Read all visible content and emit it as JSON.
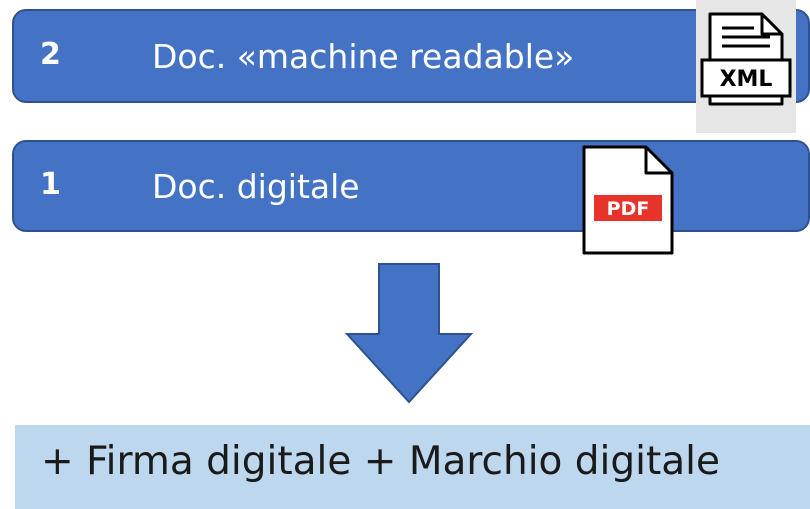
{
  "steps": [
    {
      "number": "1",
      "label": "Doc. digitale",
      "icon": "pdf-file-icon",
      "icon_text": "PDF"
    },
    {
      "number": "2",
      "label": "Doc. «machine readable»",
      "icon": "xml-file-icon",
      "icon_text": "XML"
    }
  ],
  "arrow": "down-arrow-icon",
  "result": {
    "label": "+ Firma digitale + Marchio digitale"
  },
  "colors": {
    "bar_fill": "#4472c4",
    "bar_border": "#2f528f",
    "result_fill": "#bdd7ee",
    "pdf_badge": "#e8332a"
  }
}
